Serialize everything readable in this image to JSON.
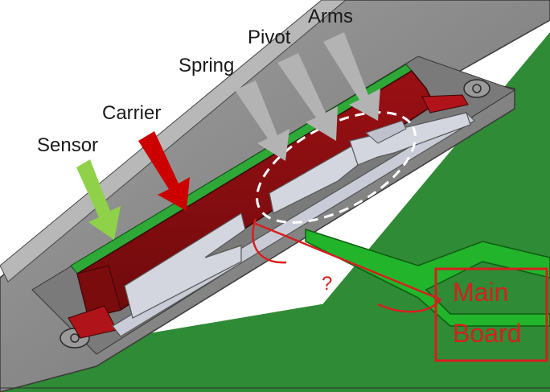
{
  "labels": {
    "sensor": "Sensor",
    "carrier": "Carrier",
    "spring": "Spring",
    "pivot": "Pivot",
    "arms": "Arms",
    "question": "?",
    "main_board_line1": "Main",
    "main_board_line2": "Board"
  },
  "colors": {
    "pcb_green": "#2e8a34",
    "trace_green": "#24b52d",
    "carrier_red": "#8c0d10",
    "housing_gray": "#8a8a8a",
    "part_lightgray": "#c9ccd6",
    "arrow_gray": "#b3b3b3",
    "arrow_red": "#cc0000",
    "arrow_green": "#8fd24a",
    "annotation_red": "#d81e1e"
  }
}
